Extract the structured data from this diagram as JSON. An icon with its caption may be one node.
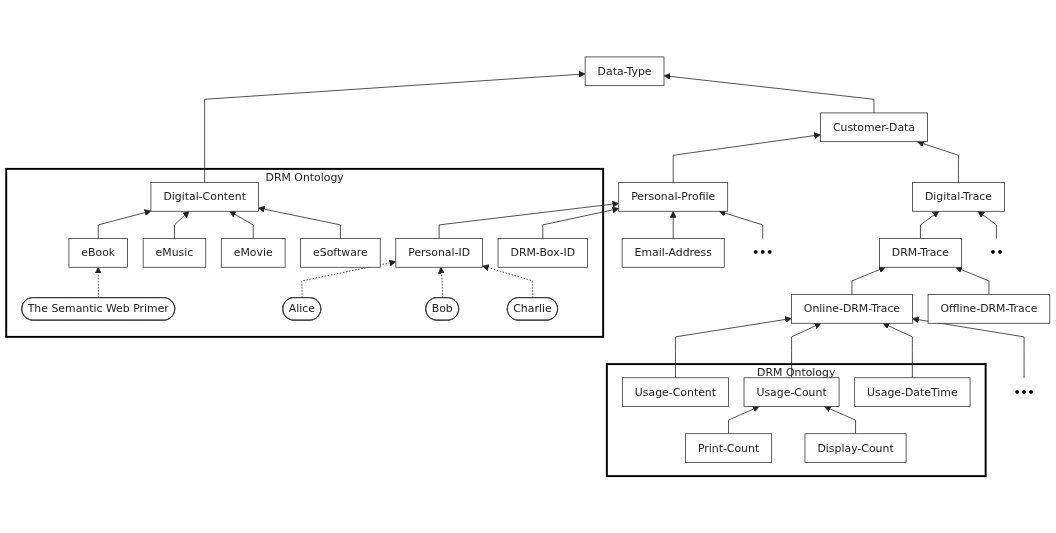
{
  "diagram": {
    "nodes": [
      {
        "text": [
          "Data-Type"
        ]
      },
      {
        "text": [
          "DRM Ontology"
        ]
      },
      {
        "text": [
          "Digital-Content"
        ],
        "in": 1
      },
      {
        "text": [
          "Customer-Data"
        ]
      },
      {
        "text": [
          "eBook"
        ],
        "in": 1
      },
      {
        "text": [
          "eMusic"
        ],
        "in": 1
      },
      {
        "text": [
          "eMovie"
        ],
        "in": 1
      },
      {
        "text": [
          "eSoftware"
        ],
        "in": 1
      },
      {
        "text": [
          "Personal-Profile"
        ]
      },
      {
        "text": [
          "Digital-Trace"
        ]
      },
      {
        "text": [
          "The Semantic Web Primer"
        ],
        "in": 1
      },
      {
        "text": [
          "Personal-ID"
        ],
        "in": 1
      },
      {
        "text": [
          "DRM-Box-ID"
        ],
        "in": 1
      },
      {
        "text": [
          "Email-Address"
        ]
      },
      {
        "text": [
          "•••"
        ]
      },
      {
        "text": [
          "DRM-Trace"
        ]
      },
      {
        "text": [
          "••"
        ]
      },
      {
        "text": [
          "Alice"
        ],
        "in": 1
      },
      {
        "text": [
          "Bob"
        ],
        "in": 1
      },
      {
        "text": [
          "Charlie"
        ],
        "in": 1
      },
      {
        "text": [
          "Online-DRM-Trace"
        ]
      },
      {
        "text": [
          "Offline-DRM-Trace"
        ]
      },
      {
        "text": [
          "DRM Ontology"
        ]
      },
      {
        "text": [
          "Usage-Content"
        ],
        "in": 22
      },
      {
        "text": [
          "Usage-Count"
        ],
        "in": 22
      },
      {
        "text": [
          "Usage-DateTime"
        ],
        "in": 22
      },
      {
        "text": [
          "•••"
        ]
      },
      {
        "text": [
          "Print-Count"
        ],
        "in": 22
      },
      {
        "text": [
          "Display-Count"
        ],
        "in": 22
      }
    ],
    "edges": [
      {
        "from": 2,
        "to": 0,
        "arrow": "to"
      },
      {
        "from": 3,
        "to": 0,
        "arrow": "to"
      },
      {
        "from": 4,
        "to": 2,
        "arrow": "to"
      },
      {
        "from": 5,
        "to": 2,
        "arrow": "to"
      },
      {
        "from": 6,
        "to": 2,
        "arrow": "to"
      },
      {
        "from": 7,
        "to": 2,
        "arrow": "to"
      },
      {
        "from": 8,
        "to": 3,
        "arrow": "to"
      },
      {
        "from": 9,
        "to": 3,
        "arrow": "to"
      },
      {
        "from": 10,
        "to": 4,
        "arrow": "to",
        "style": "dashed"
      },
      {
        "from": 11,
        "to": 8,
        "arrow": "to"
      },
      {
        "from": 12,
        "to": 8,
        "arrow": "to"
      },
      {
        "from": 13,
        "to": 8,
        "arrow": "to"
      },
      {
        "from": 14,
        "to": 8,
        "arrow": "to"
      },
      {
        "from": 15,
        "to": 9,
        "arrow": "to"
      },
      {
        "from": 16,
        "to": 9,
        "arrow": "to"
      },
      {
        "from": 17,
        "to": 11,
        "arrow": "to",
        "style": "dashed"
      },
      {
        "from": 18,
        "to": 11,
        "arrow": "to",
        "style": "dashed"
      },
      {
        "from": 19,
        "to": 11,
        "arrow": "to",
        "style": "dashed"
      },
      {
        "from": 20,
        "to": 15,
        "arrow": "to"
      },
      {
        "from": 21,
        "to": 15,
        "arrow": "to"
      },
      {
        "from": 23,
        "to": 20,
        "arrow": "to"
      },
      {
        "from": 24,
        "to": 20,
        "arrow": "to"
      },
      {
        "from": 25,
        "to": 20,
        "arrow": "to"
      },
      {
        "from": 26,
        "to": 20,
        "arrow": "to"
      },
      {
        "from": 27,
        "to": 24,
        "arrow": "to"
      },
      {
        "from": 28,
        "to": 24,
        "arrow": "to"
      }
    ]
  }
}
